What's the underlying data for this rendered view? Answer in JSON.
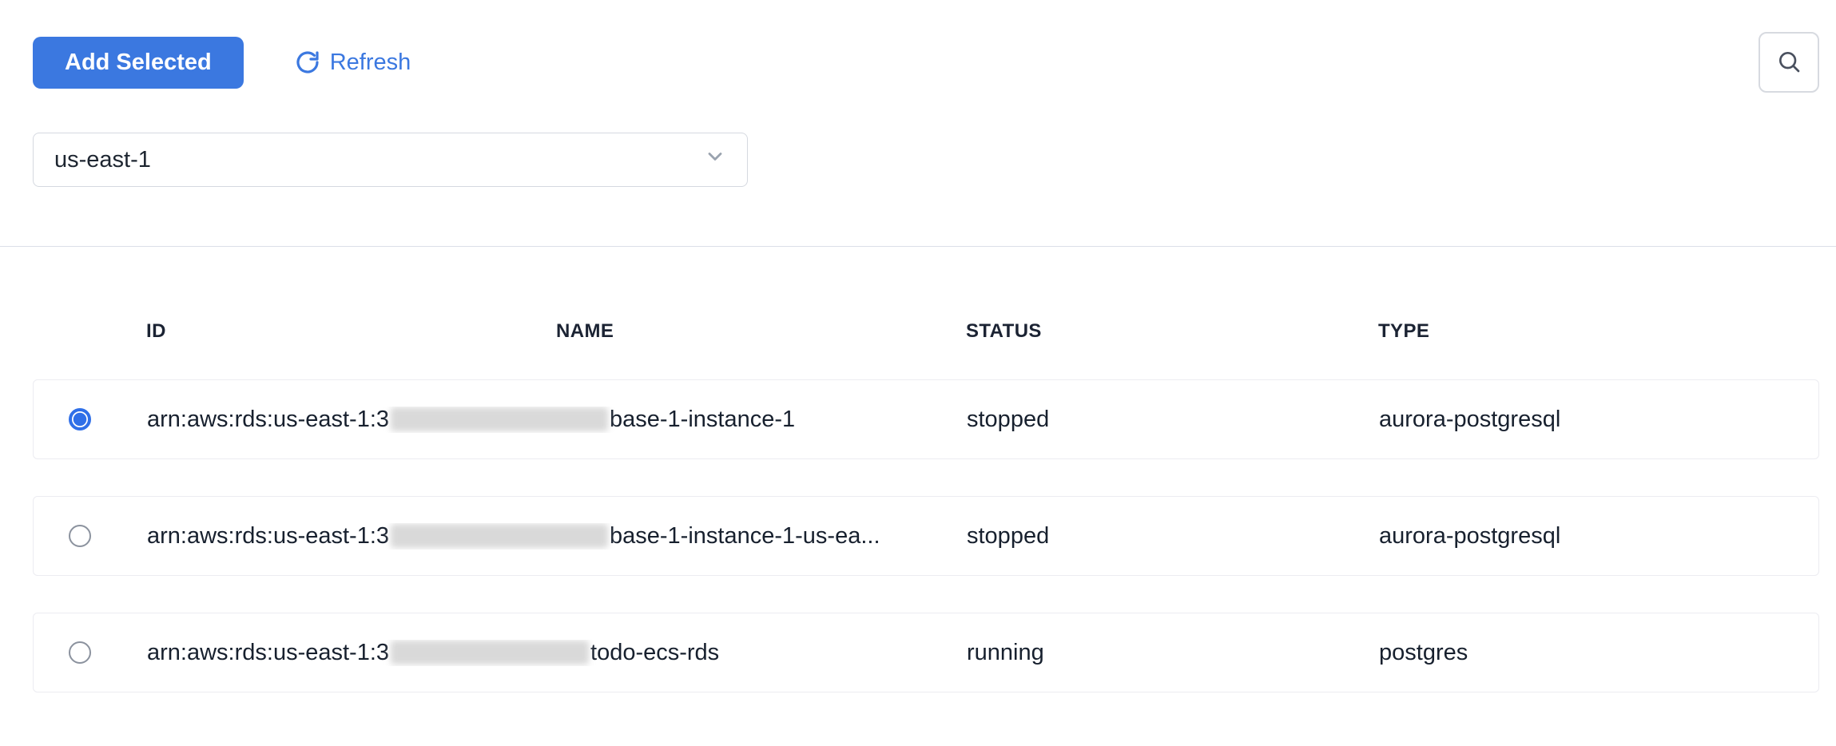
{
  "colors": {
    "accent": "#3b78e0"
  },
  "toolbar": {
    "add_selected_label": "Add Selected",
    "refresh_label": "Refresh"
  },
  "region_select": {
    "value": "us-east-1"
  },
  "table": {
    "columns": [
      "ID",
      "NAME",
      "STATUS",
      "TYPE"
    ],
    "rows": [
      {
        "selected": true,
        "id_prefix": "arn:aws:rds:us-east-1:3",
        "id_redacted": true,
        "id_suffix": "base-1-instance-1",
        "status": "stopped",
        "type": "aurora-postgresql"
      },
      {
        "selected": false,
        "id_prefix": "arn:aws:rds:us-east-1:3",
        "id_redacted": true,
        "id_suffix": "base-1-instance-1-us-ea...",
        "status": "stopped",
        "type": "aurora-postgresql"
      },
      {
        "selected": false,
        "id_prefix": "arn:aws:rds:us-east-1:3",
        "id_redacted": true,
        "id_suffix": "todo-ecs-rds",
        "status": "running",
        "type": "postgres"
      }
    ]
  }
}
